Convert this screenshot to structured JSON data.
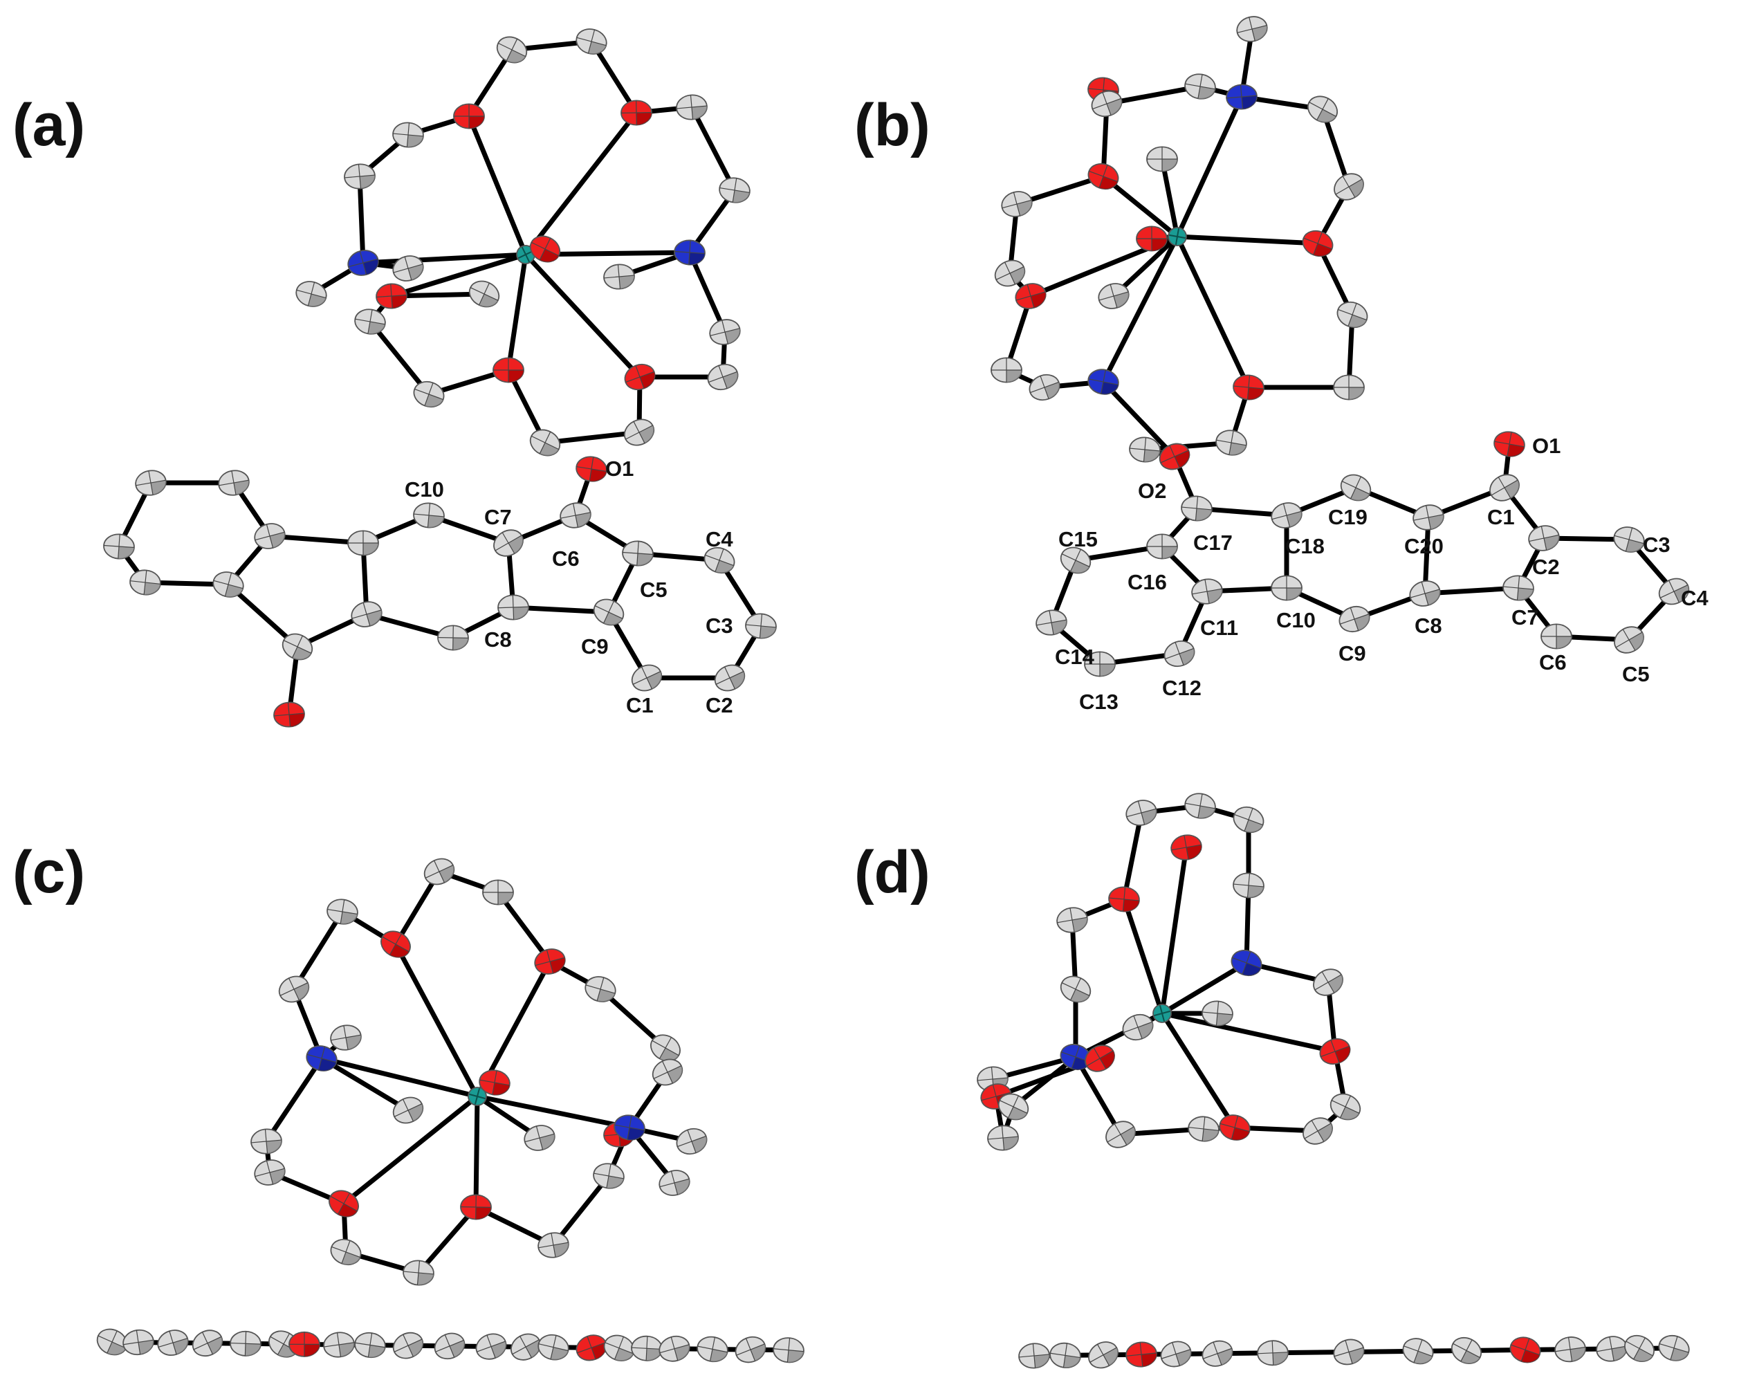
{
  "panels": {
    "a": {
      "label": "(a)",
      "atom_labels": {
        "C10": "C10",
        "C7": "C7",
        "C6": "C6",
        "O1": "O1",
        "C4": "C4",
        "C5": "C5",
        "C3": "C3",
        "C8": "C8",
        "C9": "C9",
        "C1": "C1",
        "C2": "C2"
      }
    },
    "b": {
      "label": "(b)",
      "atom_labels": {
        "O1": "O1",
        "O2": "O2",
        "C19": "C19",
        "C1": "C1",
        "C15": "C15",
        "C17": "C17",
        "C18": "C18",
        "C20": "C20",
        "C2": "C2",
        "C3": "C3",
        "C16": "C16",
        "C4": "C4",
        "C14": "C14",
        "C11": "C11",
        "C10": "C10",
        "C8": "C8",
        "C7": "C7",
        "C9": "C9",
        "C6": "C6",
        "C5": "C5",
        "C13": "C13",
        "C12": "C12"
      }
    },
    "c": {
      "label": "(c)"
    },
    "d": {
      "label": "(d)"
    }
  },
  "colors": {
    "carbon": "#d9d9d9",
    "oxygen": "#ee2020",
    "nitrogen": "#2233cc",
    "metal": "#1a9c94",
    "bond": "#000000"
  }
}
